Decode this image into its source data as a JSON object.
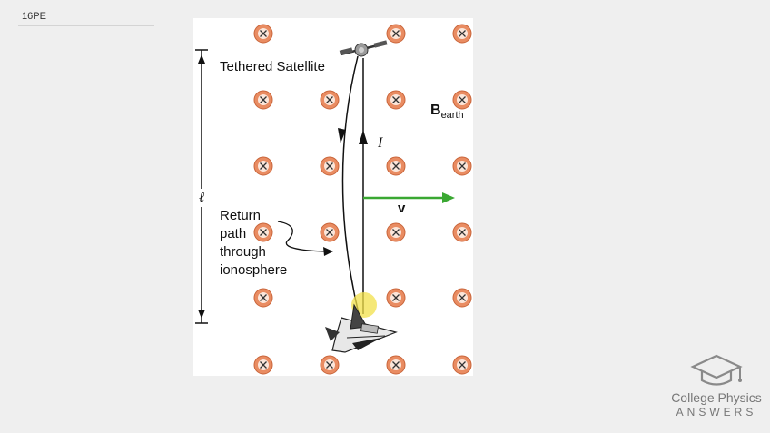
{
  "slide": {
    "label": "16PE"
  },
  "diagram": {
    "satellite_label": "Tethered Satellite",
    "field_label_main": "B",
    "field_label_sub": "earth",
    "current_label": "I",
    "velocity_label": "v",
    "length_label": "ℓ",
    "return_path_lines": [
      "Return",
      "path",
      "through",
      "ionosphere"
    ],
    "field_symbol_fill": "#e98c62",
    "velocity_color": "#3aa832"
  },
  "brand": {
    "line1": "College Physics",
    "line2": "ANSWERS"
  }
}
